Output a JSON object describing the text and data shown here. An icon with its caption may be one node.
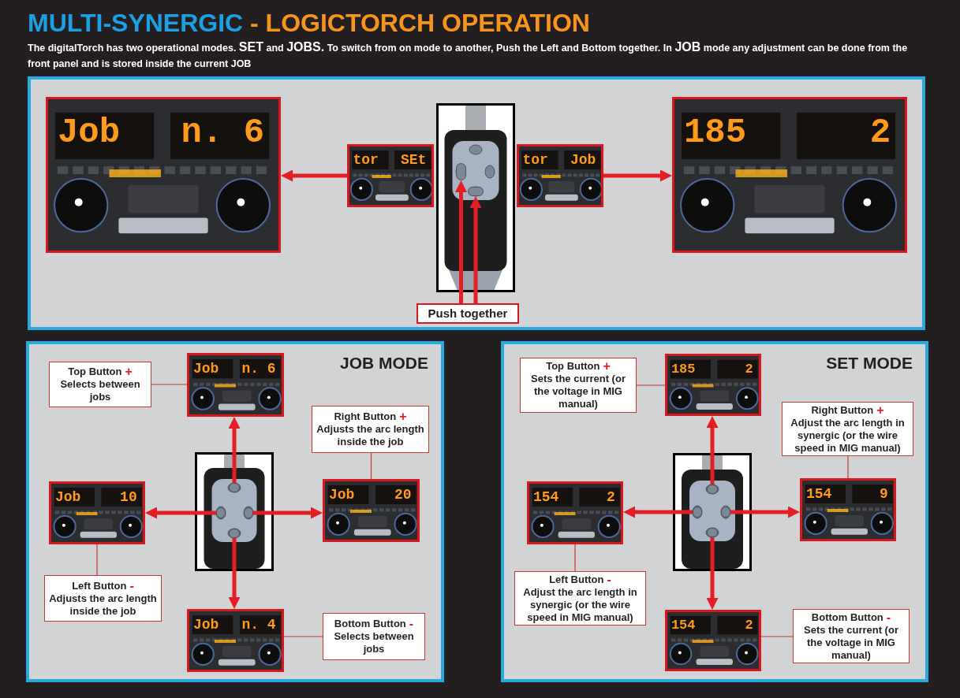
{
  "diagram": {
    "title": "MULTI-SYNERGIC - LOGICTORCH OPERATION",
    "nodes": [
      {
        "text": [],
        "shape": "box"
      },
      {
        "text": [
          "Job",
          "n. 6"
        ],
        "in": 0
      },
      {
        "text": [
          "tor",
          "SEt"
        ],
        "in": 0
      },
      {
        "text": [],
        "shape": "picture",
        "in": 0
      },
      {
        "text": [],
        "shape": "button",
        "in": 3
      },
      {
        "text": [],
        "shape": "button",
        "in": 3
      },
      {
        "text": [
          "tor",
          "Job"
        ],
        "in": 0
      },
      {
        "text": [
          "185",
          "2"
        ],
        "in": 0
      },
      {
        "text": [
          "Push together"
        ],
        "in": 0
      },
      {
        "text": [
          "JOB MODE"
        ]
      },
      {
        "text": [
          "Top Button",
          "+",
          "Selects between jobs"
        ],
        "in": 9
      },
      {
        "text": [
          "Job",
          "n. 6"
        ],
        "in": 9
      },
      {
        "text": [
          "Right Button",
          "+",
          "Adjusts the arc length inside the job"
        ],
        "in": 9
      },
      {
        "text": [
          "Job",
          "10"
        ],
        "in": 9
      },
      {
        "text": [],
        "shape": "picture",
        "in": 9
      },
      {
        "text": [],
        "shape": "button",
        "in": 14
      },
      {
        "text": [],
        "shape": "button",
        "in": 14
      },
      {
        "text": [],
        "shape": "button",
        "in": 14
      },
      {
        "text": [],
        "shape": "button",
        "in": 14
      },
      {
        "text": [
          "Job",
          "20"
        ],
        "in": 9
      },
      {
        "text": [
          "Left Button",
          "-",
          "Adjusts the arc length inside the job"
        ],
        "in": 9
      },
      {
        "text": [
          "Job",
          "n. 4"
        ],
        "in": 9
      },
      {
        "text": [
          "Bottom Button",
          "-",
          "Selects between jobs"
        ],
        "in": 9
      },
      {
        "text": [
          "SET MODE"
        ]
      },
      {
        "text": [
          "Top Button",
          "+",
          "Sets the current (or the voltage in MIG manual)"
        ],
        "in": 23
      },
      {
        "text": [
          "185",
          "2"
        ],
        "in": 23
      },
      {
        "text": [
          "Right Button",
          "+",
          "Adjust the arc length in synergic (or the wire speed in MIG manual)"
        ],
        "in": 23
      },
      {
        "text": [
          "154",
          "2"
        ],
        "in": 23
      },
      {
        "text": [],
        "shape": "picture",
        "in": 23
      },
      {
        "text": [],
        "shape": "button",
        "in": 28
      },
      {
        "text": [],
        "shape": "button",
        "in": 28
      },
      {
        "text": [],
        "shape": "button",
        "in": 28
      },
      {
        "text": [],
        "shape": "button",
        "in": 28
      },
      {
        "text": [
          "154",
          "9"
        ],
        "in": 23
      },
      {
        "text": [
          "Left Button",
          "-",
          "Adjust the arc length in synergic (or the wire speed in MIG manual)"
        ],
        "in": 23
      },
      {
        "text": [
          "154",
          "2"
        ],
        "in": 23
      },
      {
        "text": [
          "Bottom Button",
          "-",
          "Sets the current (or the voltage in MIG manual)"
        ],
        "in": 23
      }
    ],
    "edges": [
      {
        "from": 2,
        "to": 1,
        "arrow": "to"
      },
      {
        "from": 6,
        "to": 7,
        "arrow": "to"
      },
      {
        "from": 8,
        "to": 4,
        "arrow": "to"
      },
      {
        "from": 8,
        "to": 5,
        "arrow": "to"
      },
      {
        "from": 15,
        "to": 11,
        "arrow": "to"
      },
      {
        "from": 16,
        "to": 13,
        "arrow": "to"
      },
      {
        "from": 17,
        "to": 19,
        "arrow": "to"
      },
      {
        "from": 18,
        "to": 21,
        "arrow": "to"
      },
      {
        "from": 10,
        "to": 11,
        "arrow": "none"
      },
      {
        "from": 12,
        "to": 19,
        "arrow": "none"
      },
      {
        "from": 20,
        "to": 13,
        "arrow": "none"
      },
      {
        "from": 22,
        "to": 21,
        "arrow": "none"
      },
      {
        "from": 29,
        "to": 25,
        "arrow": "to"
      },
      {
        "from": 30,
        "to": 27,
        "arrow": "to"
      },
      {
        "from": 31,
        "to": 33,
        "arrow": "to"
      },
      {
        "from": 32,
        "to": 35,
        "arrow": "to"
      },
      {
        "from": 24,
        "to": 25,
        "arrow": "none"
      },
      {
        "from": 26,
        "to": 33,
        "arrow": "none"
      },
      {
        "from": 34,
        "to": 27,
        "arrow": "none"
      },
      {
        "from": 36,
        "to": 35,
        "arrow": "none"
      }
    ],
    "labels": [
      "The digitalTorch has two operational modes. **SET** and **JOBS.** To switch from on mode to another, Push the Left and Bottom together. In **JOB** mode any adjustment can be done from the front panel and is stored inside the current JOB"
    ]
  }
}
